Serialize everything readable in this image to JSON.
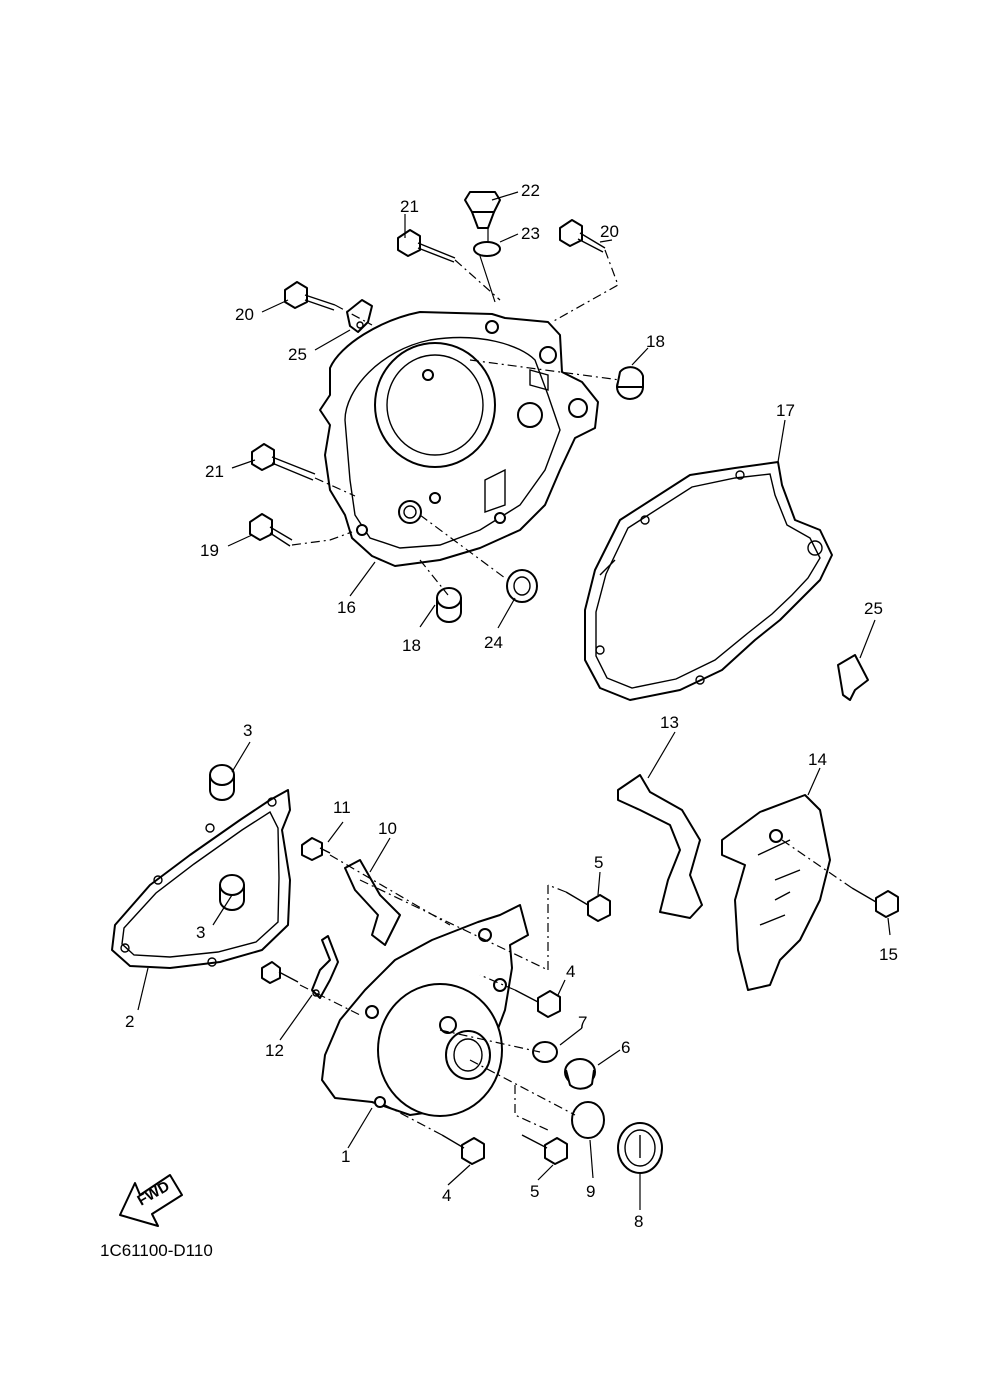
{
  "drawing_code": "1C61100-D110",
  "fwd_label": "FWD",
  "callouts": {
    "c1": "1",
    "c2": "2",
    "c3a": "3",
    "c3b": "3",
    "c4a": "4",
    "c4b": "4",
    "c5a": "5",
    "c5b": "5",
    "c6": "6",
    "c7": "7",
    "c8": "8",
    "c9": "9",
    "c10": "10",
    "c11": "11",
    "c12": "12",
    "c13": "13",
    "c14": "14",
    "c15": "15",
    "c16": "16",
    "c17": "17",
    "c18a": "18",
    "c18b": "18",
    "c19": "19",
    "c20a": "20",
    "c20b": "20",
    "c21a": "21",
    "c21b": "21",
    "c22": "22",
    "c23": "23",
    "c24": "24",
    "c25a": "25",
    "c25b": "25"
  }
}
